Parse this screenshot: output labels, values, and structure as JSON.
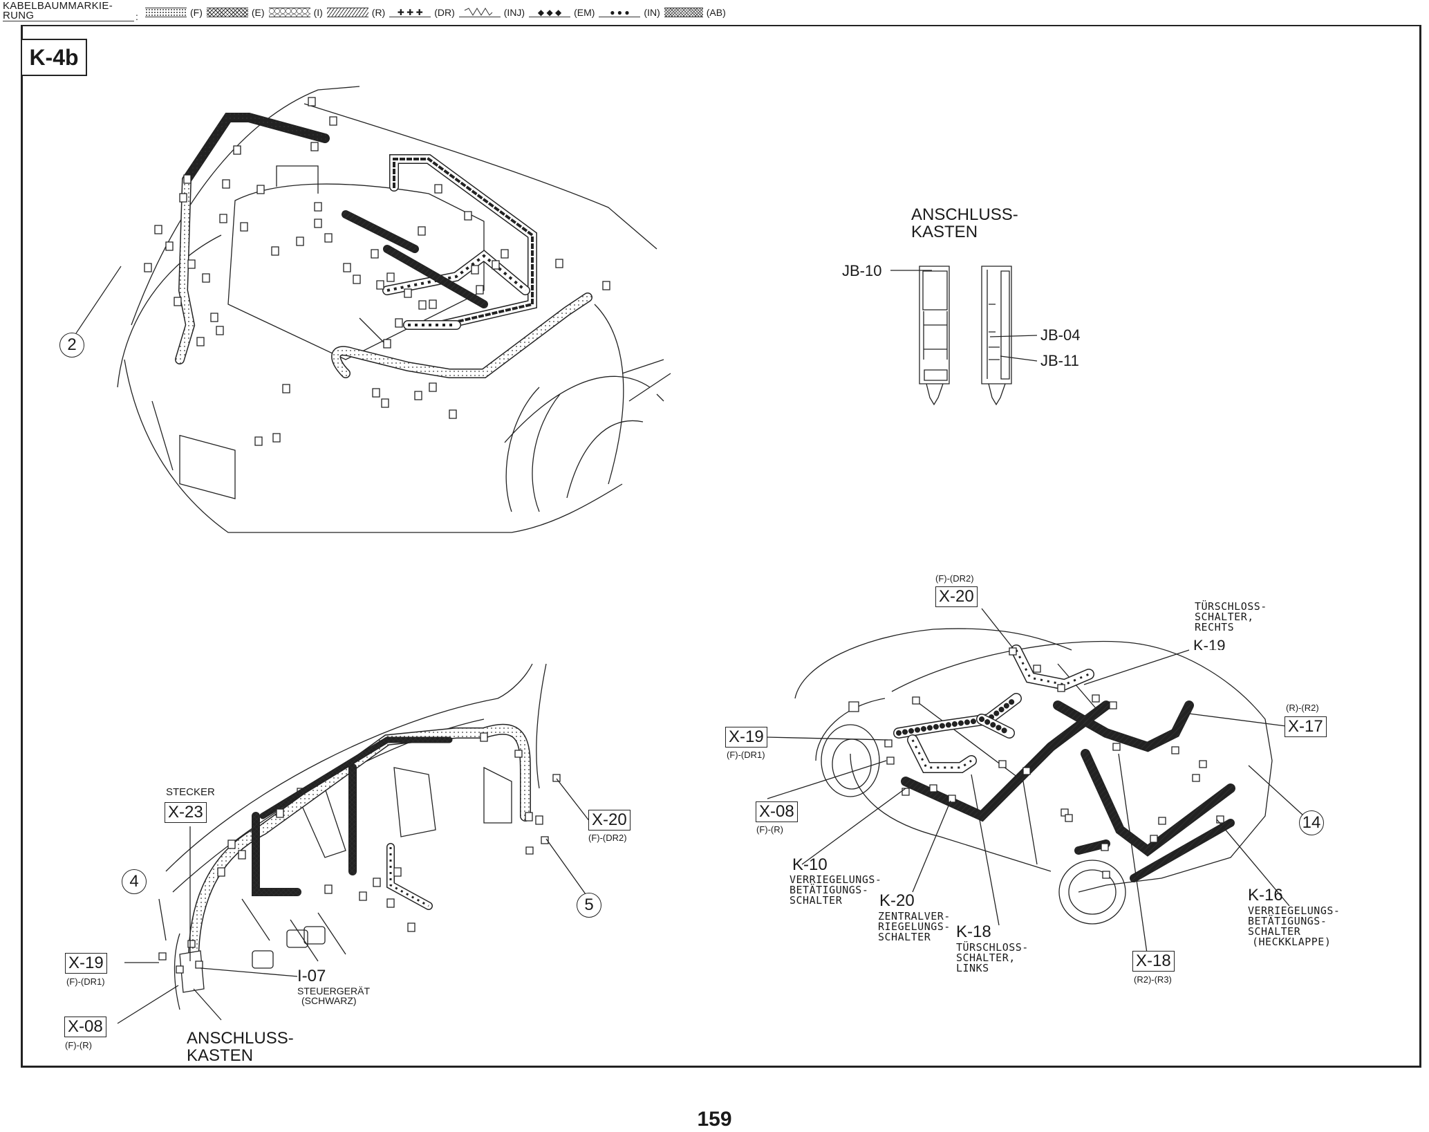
{
  "legend": {
    "title_line1": "KABELBAUMMARKIE-",
    "title_line2": "RUNG",
    "separator": ":",
    "items": [
      {
        "code": "(F)",
        "pattern": "dotted-icon"
      },
      {
        "code": "(E)",
        "pattern": "zigzag-icon"
      },
      {
        "code": "(I)",
        "pattern": "hexagon-icon"
      },
      {
        "code": "(R)",
        "pattern": "diagonal-hatch-icon"
      },
      {
        "code": "(DR)",
        "pattern": "plus-icon",
        "glyph": "✚ ✚ ✚"
      },
      {
        "code": "(INJ)",
        "pattern": "wave-icon"
      },
      {
        "code": "(EM)",
        "pattern": "diamond-icon",
        "glyph": "◆ ◆ ◆"
      },
      {
        "code": "(IN)",
        "pattern": "circle-icon",
        "glyph": "● ● ●"
      },
      {
        "code": "(AB)",
        "pattern": "crosshatch-icon"
      }
    ]
  },
  "page": {
    "section_id": "K-4b",
    "page_number": "159"
  },
  "engine_bay": {
    "callout": "2"
  },
  "junction_box": {
    "title_line1": "ANSCHLUSS-",
    "title_line2": "KASTEN",
    "connectors": [
      "JB-10",
      "JB-04",
      "JB-11"
    ]
  },
  "dashboard": {
    "stecker_label": "STECKER",
    "connectors": [
      {
        "id": "X-23",
        "harness": ""
      },
      {
        "id": "X-19",
        "harness": "(F)-(DR1)"
      },
      {
        "id": "X-08",
        "harness": "(F)-(R)"
      },
      {
        "id": "X-20",
        "harness": "(F)-(DR2)"
      }
    ],
    "callouts": [
      "4",
      "5"
    ],
    "control_unit": {
      "id": "I-07",
      "line1": "STEUERGERÄT",
      "line2": "(SCHWARZ)"
    },
    "junction_box_line1": "ANSCHLUSS-",
    "junction_box_line2": "KASTEN"
  },
  "body": {
    "connectors": [
      {
        "id": "X-20",
        "harness": "(F)-(DR2)"
      },
      {
        "id": "X-19",
        "harness": "(F)-(DR1)"
      },
      {
        "id": "X-08",
        "harness": "(F)-(R)"
      },
      {
        "id": "X-17",
        "harness": "(R)-(R2)"
      },
      {
        "id": "X-18",
        "harness": "(R2)-(R3)"
      }
    ],
    "callout": "14",
    "components": [
      {
        "id": "K-19",
        "lines": [
          "TÜRSCHLOSS-",
          "SCHALTER,",
          "RECHTS"
        ]
      },
      {
        "id": "K-10",
        "lines": [
          "VERRIEGELUNGS-",
          "BETÄTIGUNGS-",
          "SCHALTER"
        ]
      },
      {
        "id": "K-20",
        "lines": [
          "ZENTRALVER-",
          "RIEGELUNGS-",
          "SCHALTER"
        ]
      },
      {
        "id": "K-18",
        "lines": [
          "TÜRSCHLOSS-",
          "SCHALTER,",
          "LINKS"
        ]
      },
      {
        "id": "K-16",
        "lines": [
          "VERRIEGELUNGS-",
          "BETÄTIGUNGS-",
          "SCHALTER",
          "(HECKKLAPPE)"
        ]
      }
    ]
  }
}
